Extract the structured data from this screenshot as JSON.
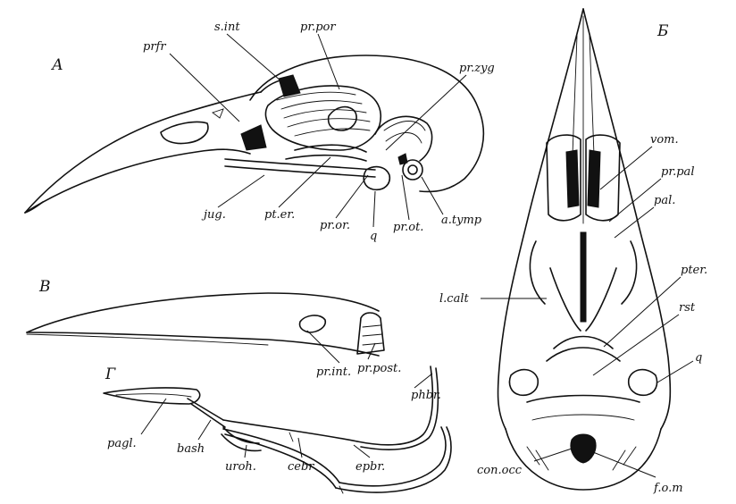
{
  "panels": {
    "a": "А",
    "b": "Б",
    "v": "В",
    "g": "Г"
  },
  "labels": {
    "prfr": "prfr",
    "sint": "s.int",
    "prpor": "pr.por",
    "przyg": "pr.zyg",
    "jug": "jug.",
    "pter_a": "pt.er.",
    "pror": "pr.or.",
    "q_a": "q",
    "prot": "pr.ot.",
    "atymp": "a.tymp",
    "vom": "vom.",
    "prpal": "pr.pal",
    "pal": "pal.",
    "lcalt": "l.calt",
    "pter_b": "pter.",
    "rst": "rst",
    "q_b": "q",
    "conocc": "con.occ",
    "fom": "f.o.m",
    "print": "pr.int.",
    "prpost": "pr.post.",
    "pagl": "pagl.",
    "bash": "bash",
    "uroh": "uroh.",
    "cebr": "cebr",
    "epbr": "epbr.",
    "phbr": "phbr."
  },
  "colors": {
    "ink": "#111111",
    "paper": "#ffffff"
  }
}
